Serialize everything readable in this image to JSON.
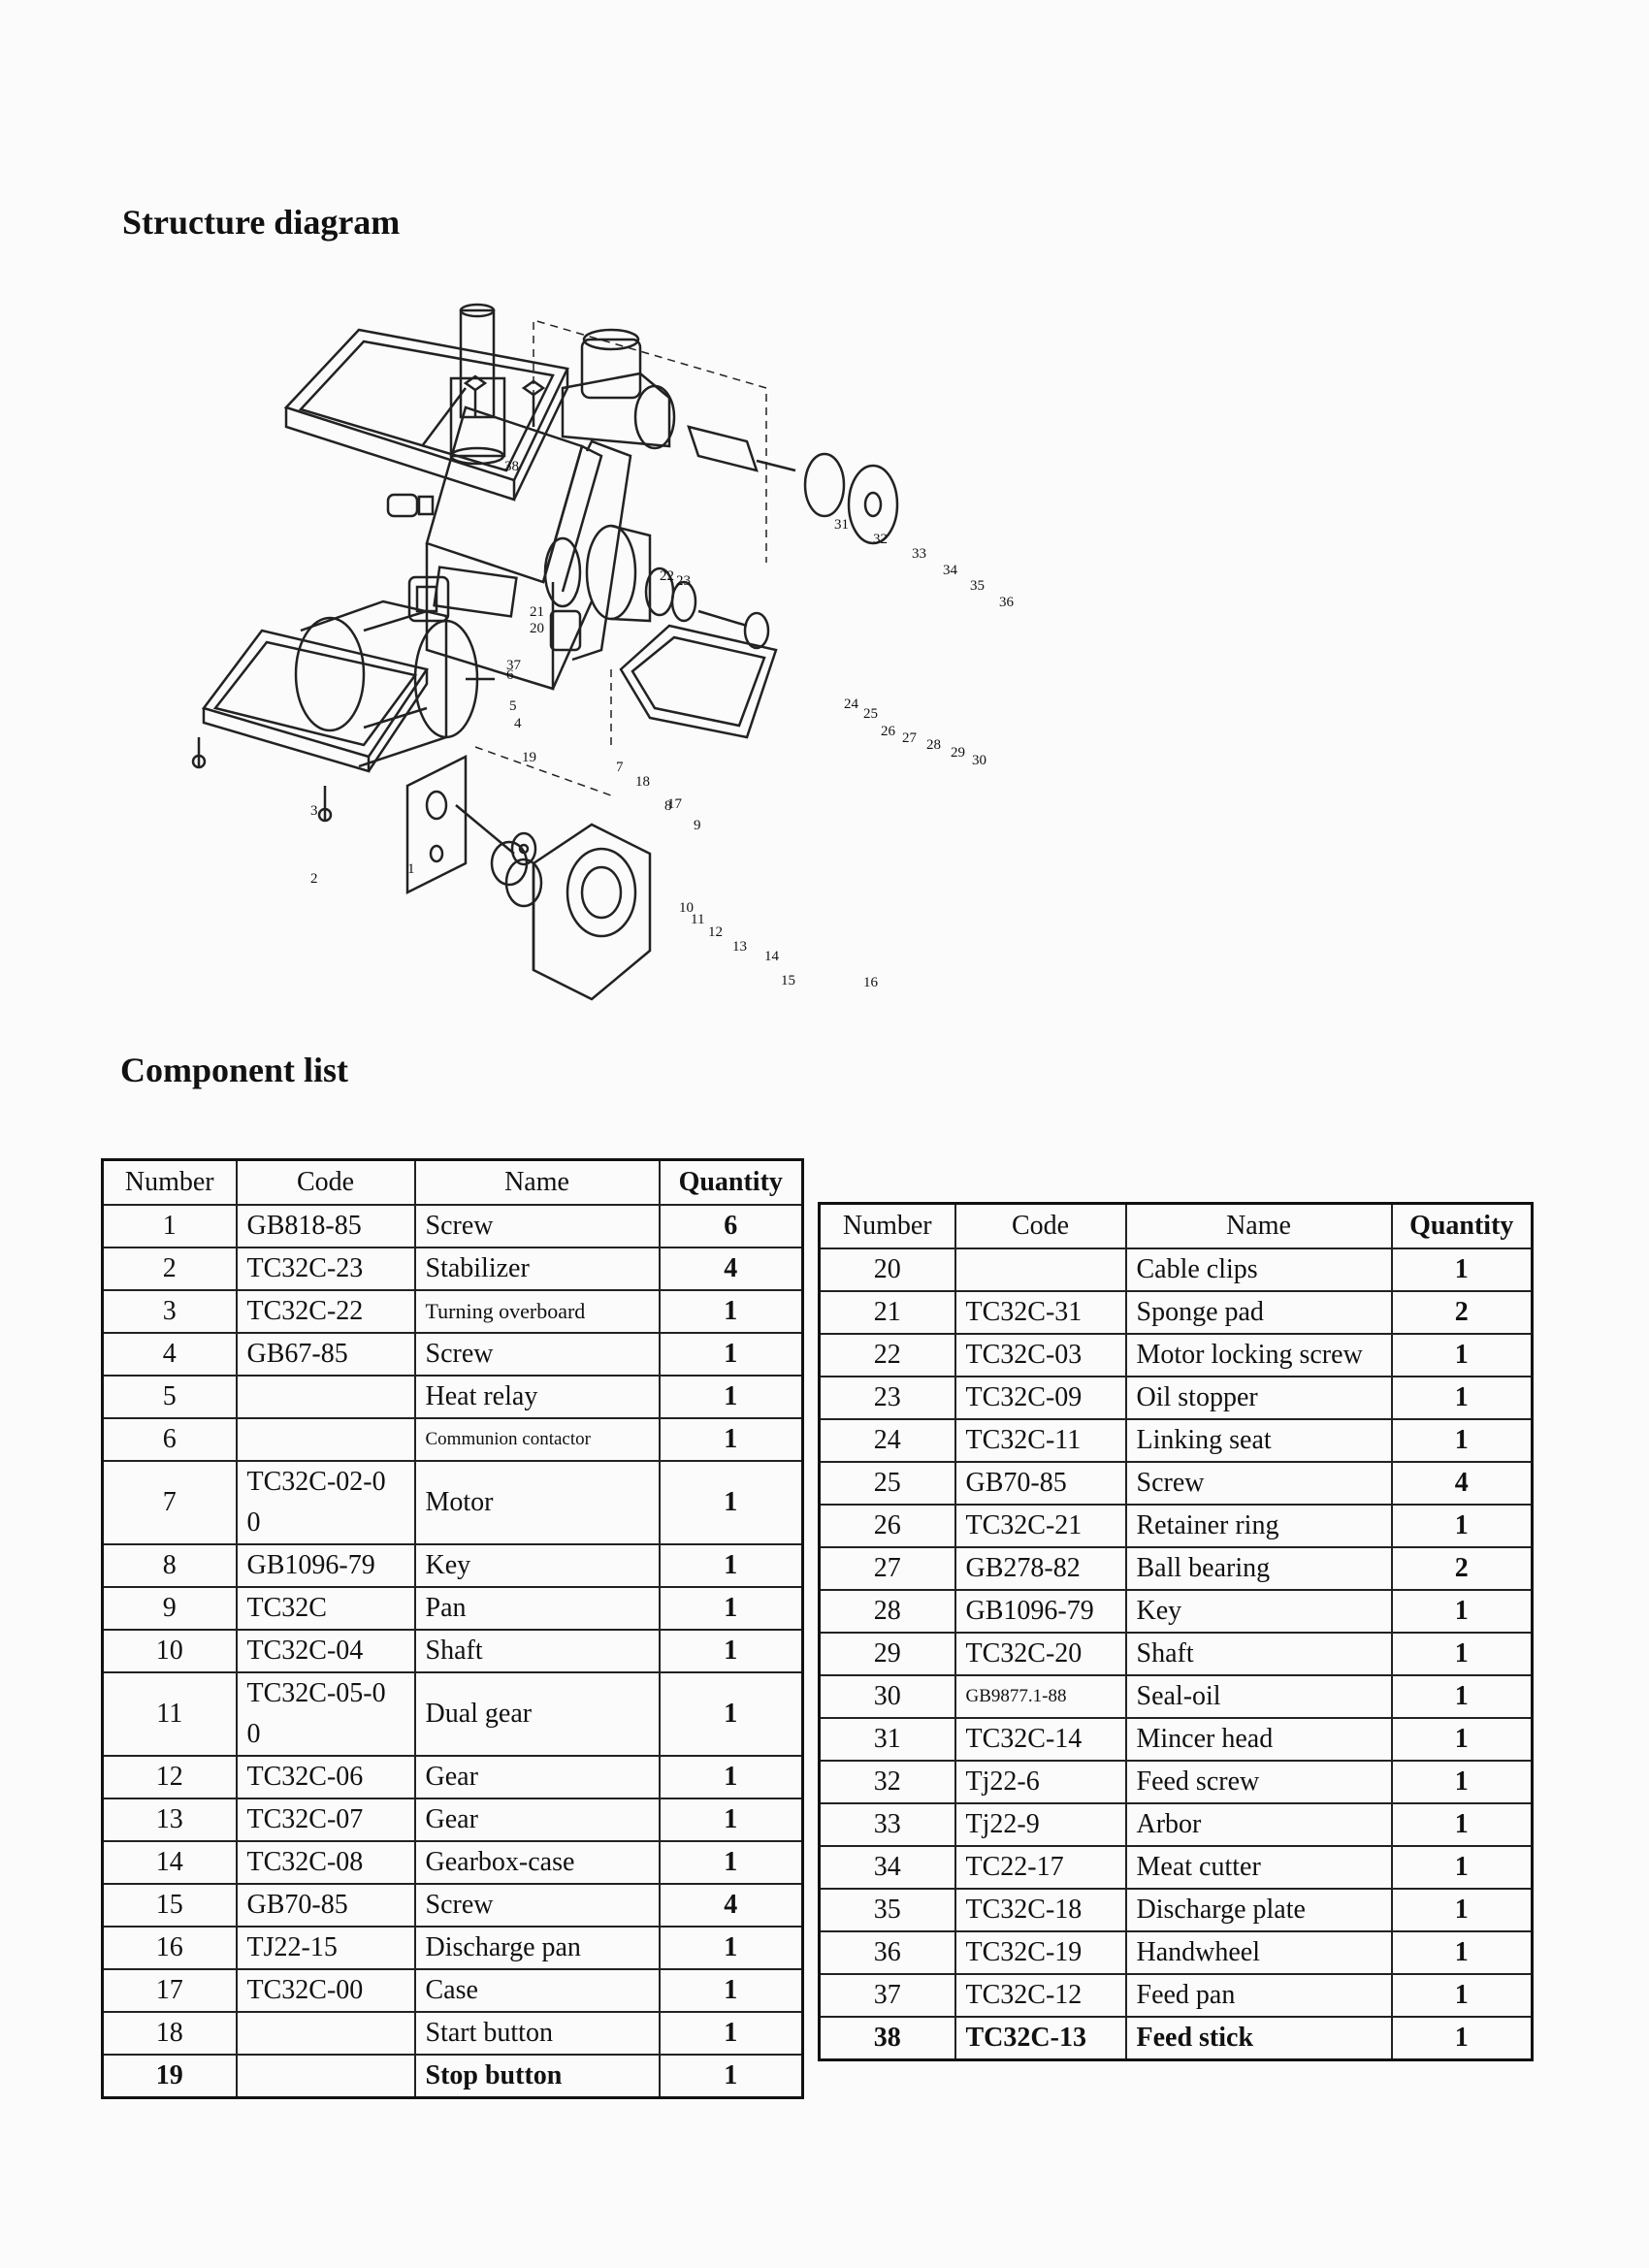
{
  "headings": {
    "structure": "Structure diagram",
    "components": "Component list"
  },
  "diagram_labels": [
    "1",
    "2",
    "3",
    "4",
    "5",
    "6",
    "7",
    "8",
    "9",
    "10",
    "11",
    "12",
    "13",
    "14",
    "15",
    "16",
    "17",
    "18",
    "19",
    "20",
    "21",
    "22",
    "23",
    "24",
    "25",
    "26",
    "27",
    "28",
    "29",
    "30",
    "31",
    "32",
    "33",
    "34",
    "35",
    "36",
    "37",
    "38"
  ],
  "table_headers": {
    "number": "Number",
    "code": "Code",
    "name": "Name",
    "quantity": "Quantity"
  },
  "left_rows": [
    {
      "number": "1",
      "code": "GB818-85",
      "name": "Screw",
      "quantity": "6"
    },
    {
      "number": "2",
      "code": "TC32C-23",
      "name": "Stabilizer",
      "quantity": "4"
    },
    {
      "number": "3",
      "code": "TC32C-22",
      "name": "Turning overboard",
      "quantity": "1"
    },
    {
      "number": "4",
      "code": "GB67-85",
      "name": "Screw",
      "quantity": "1"
    },
    {
      "number": "5",
      "code": "",
      "name": "Heat relay",
      "quantity": "1"
    },
    {
      "number": "6",
      "code": "",
      "name": "Communion contactor",
      "quantity": "1"
    },
    {
      "number": "7",
      "code": "TC32C-02-0 0",
      "name": "Motor",
      "quantity": "1"
    },
    {
      "number": "8",
      "code": "GB1096-79",
      "name": "Key",
      "quantity": "1"
    },
    {
      "number": "9",
      "code": "TC32C",
      "name": "Pan",
      "quantity": "1"
    },
    {
      "number": "10",
      "code": "TC32C-04",
      "name": "Shaft",
      "quantity": "1"
    },
    {
      "number": "11",
      "code": "TC32C-05-0 0",
      "name": "Dual gear",
      "quantity": "1"
    },
    {
      "number": "12",
      "code": "TC32C-06",
      "name": "Gear",
      "quantity": "1"
    },
    {
      "number": "13",
      "code": "TC32C-07",
      "name": "Gear",
      "quantity": "1"
    },
    {
      "number": "14",
      "code": "TC32C-08",
      "name": "Gearbox-case",
      "quantity": "1"
    },
    {
      "number": "15",
      "code": "GB70-85",
      "name": "Screw",
      "quantity": "4"
    },
    {
      "number": "16",
      "code": "TJ22-15",
      "name": "Discharge pan",
      "quantity": "1"
    },
    {
      "number": "17",
      "code": "TC32C-00",
      "name": "Case",
      "quantity": "1"
    },
    {
      "number": "18",
      "code": "",
      "name": "Start button",
      "quantity": "1"
    },
    {
      "number": "19",
      "code": "",
      "name": "Stop button",
      "quantity": "1"
    }
  ],
  "right_rows": [
    {
      "number": "20",
      "code": "",
      "name": "Cable clips",
      "quantity": "1"
    },
    {
      "number": "21",
      "code": "TC32C-31",
      "name": "Sponge pad",
      "quantity": "2"
    },
    {
      "number": "22",
      "code": "TC32C-03",
      "name": "Motor locking screw",
      "quantity": "1"
    },
    {
      "number": "23",
      "code": "TC32C-09",
      "name": "Oil stopper",
      "quantity": "1"
    },
    {
      "number": "24",
      "code": "TC32C-11",
      "name": "Linking seat",
      "quantity": "1"
    },
    {
      "number": "25",
      "code": "GB70-85",
      "name": "Screw",
      "quantity": "4"
    },
    {
      "number": "26",
      "code": "TC32C-21",
      "name": "Retainer ring",
      "quantity": "1"
    },
    {
      "number": "27",
      "code": "GB278-82",
      "name": "Ball bearing",
      "quantity": "2"
    },
    {
      "number": "28",
      "code": "GB1096-79",
      "name": "Key",
      "quantity": "1"
    },
    {
      "number": "29",
      "code": "TC32C-20",
      "name": "Shaft",
      "quantity": "1"
    },
    {
      "number": "30",
      "code": "GB9877.1-88",
      "name": "Seal-oil",
      "quantity": "1"
    },
    {
      "number": "31",
      "code": "TC32C-14",
      "name": "Mincer head",
      "quantity": "1"
    },
    {
      "number": "32",
      "code": "Tj22-6",
      "name": "Feed screw",
      "quantity": "1"
    },
    {
      "number": "33",
      "code": "Tj22-9",
      "name": "Arbor",
      "quantity": "1"
    },
    {
      "number": "34",
      "code": "TC22-17",
      "name": "Meat cutter",
      "quantity": "1"
    },
    {
      "number": "35",
      "code": "TC32C-18",
      "name": "Discharge plate",
      "quantity": "1"
    },
    {
      "number": "36",
      "code": "TC32C-19",
      "name": "Handwheel",
      "quantity": "1"
    },
    {
      "number": "37",
      "code": "TC32C-12",
      "name": "Feed pan",
      "quantity": "1"
    },
    {
      "number": "38",
      "code": "TC32C-13",
      "name": "Feed stick",
      "quantity": "1"
    }
  ]
}
